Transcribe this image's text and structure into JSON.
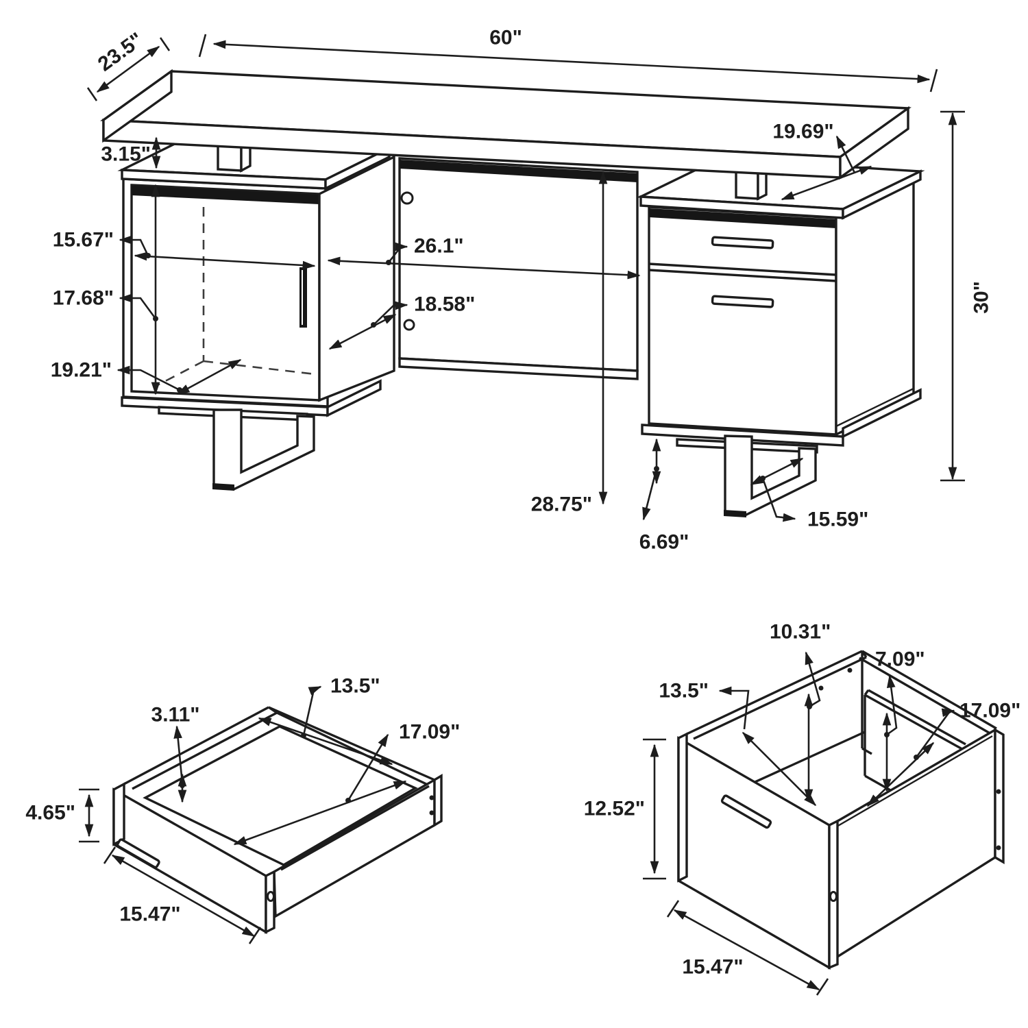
{
  "diagram": {
    "background": "#ffffff",
    "line_color": "#1d1d1d",
    "views": {
      "desk": {
        "label": "assembled desk with dimensions",
        "dims": {
          "top_depth": "23.5\"",
          "top_width": "60\"",
          "desktop_gap": "3.15\"",
          "cabinet_top_depth": "19.69\"",
          "overall_height": "30\"",
          "left_interior_width": "15.67\"",
          "kneehole_width": "26.1\"",
          "left_interior_height": "17.68\"",
          "panel_depth": "18.58\"",
          "left_interior_depth": "19.21\"",
          "panel_height": "28.75\"",
          "leg_height": "6.69\"",
          "leg_runner_depth": "15.59\""
        }
      },
      "small_drawer": {
        "label": "drawer box detail",
        "dims": {
          "interior_width": "13.5\"",
          "side_height": "3.11\"",
          "interior_depth": "17.09\"",
          "front_height": "4.65\"",
          "front_width": "15.47\""
        }
      },
      "file_drawer": {
        "label": "file drawer box detail",
        "dims": {
          "back_height": "10.31\"",
          "divider_height": "7.09\"",
          "interior_width": "13.5\"",
          "interior_depth": "17.09\"",
          "front_height": "12.52\"",
          "front_width": "15.47\""
        }
      }
    }
  }
}
